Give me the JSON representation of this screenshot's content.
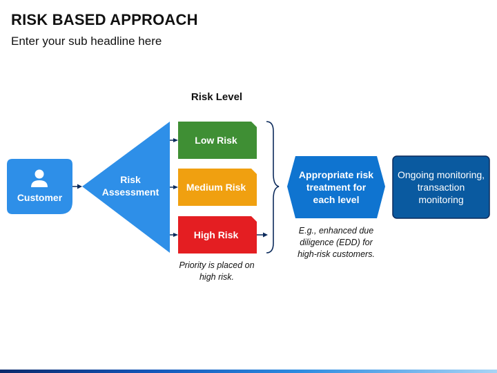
{
  "header": {
    "title": "RISK BASED APPROACH",
    "subtitle": "Enter your sub headline here"
  },
  "diagram": {
    "risk_level_heading": "Risk Level",
    "customer": {
      "label": "Customer",
      "icon": "person-icon"
    },
    "assessment": {
      "label": "Risk Assessment"
    },
    "levels": [
      {
        "label": "Low Risk",
        "color": "#3f8f34"
      },
      {
        "label": "Medium Risk",
        "color": "#f0a010"
      },
      {
        "label": "High Risk",
        "color": "#e41e22"
      }
    ],
    "treatment": {
      "label": "Appropriate risk treatment for each level"
    },
    "monitoring": {
      "label": "Ongoing monitoring, transaction monitoring"
    },
    "priority_note": "Priority is placed on high risk.",
    "edd_note": "E.g., enhanced due diligence (EDD) for high-risk customers."
  },
  "colors": {
    "customer_blue": "#2e8fe8",
    "assessment_blue": "#2e8fe8",
    "treatment_blue": "#0f74d0",
    "monitoring_navy": "#0a5aa0"
  }
}
